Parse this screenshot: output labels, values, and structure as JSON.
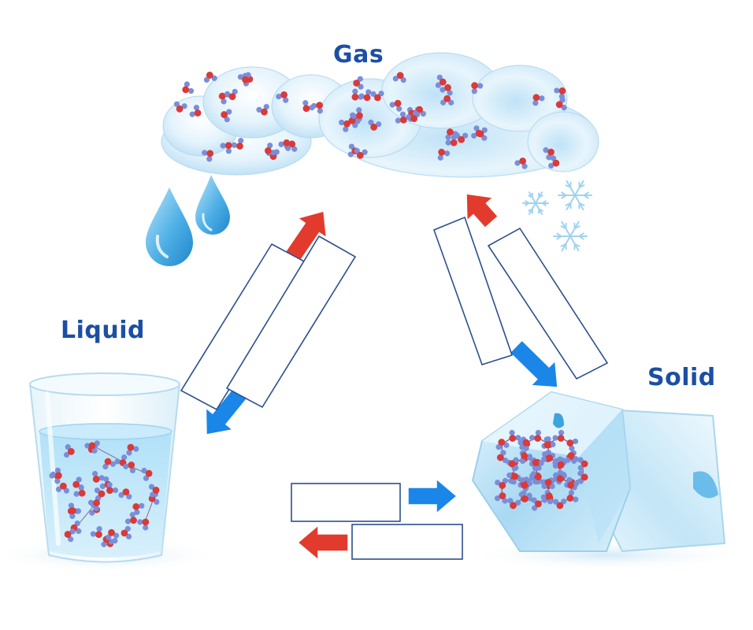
{
  "labels": {
    "gas": "Gas",
    "liquid": "Liquid",
    "solid": "Solid"
  },
  "colors": {
    "label": "#1c4fa3",
    "heat_arrow": "#e23b2e",
    "cool_arrow": "#1a86e8",
    "box_stroke": "#2b4f8e",
    "water": "#7fc2ea",
    "ice": "#cfe9f8",
    "cloud": "#dff1fb",
    "oxygen": "#d93a3a",
    "hydrogen": "#7a8ed8"
  },
  "icons": [
    "cloud-icon",
    "water-drop-icon",
    "snowflake-icon",
    "glass-of-water-icon",
    "ice-cube-icon"
  ],
  "transitions": [
    {
      "id": "liquid-to-gas",
      "arrow": "heat_arrow"
    },
    {
      "id": "gas-to-liquid",
      "arrow": "cool_arrow"
    },
    {
      "id": "solid-to-gas",
      "arrow": "heat_arrow"
    },
    {
      "id": "gas-to-solid",
      "arrow": "cool_arrow"
    },
    {
      "id": "liquid-to-solid",
      "arrow": "cool_arrow"
    },
    {
      "id": "solid-to-liquid",
      "arrow": "heat_arrow"
    }
  ]
}
